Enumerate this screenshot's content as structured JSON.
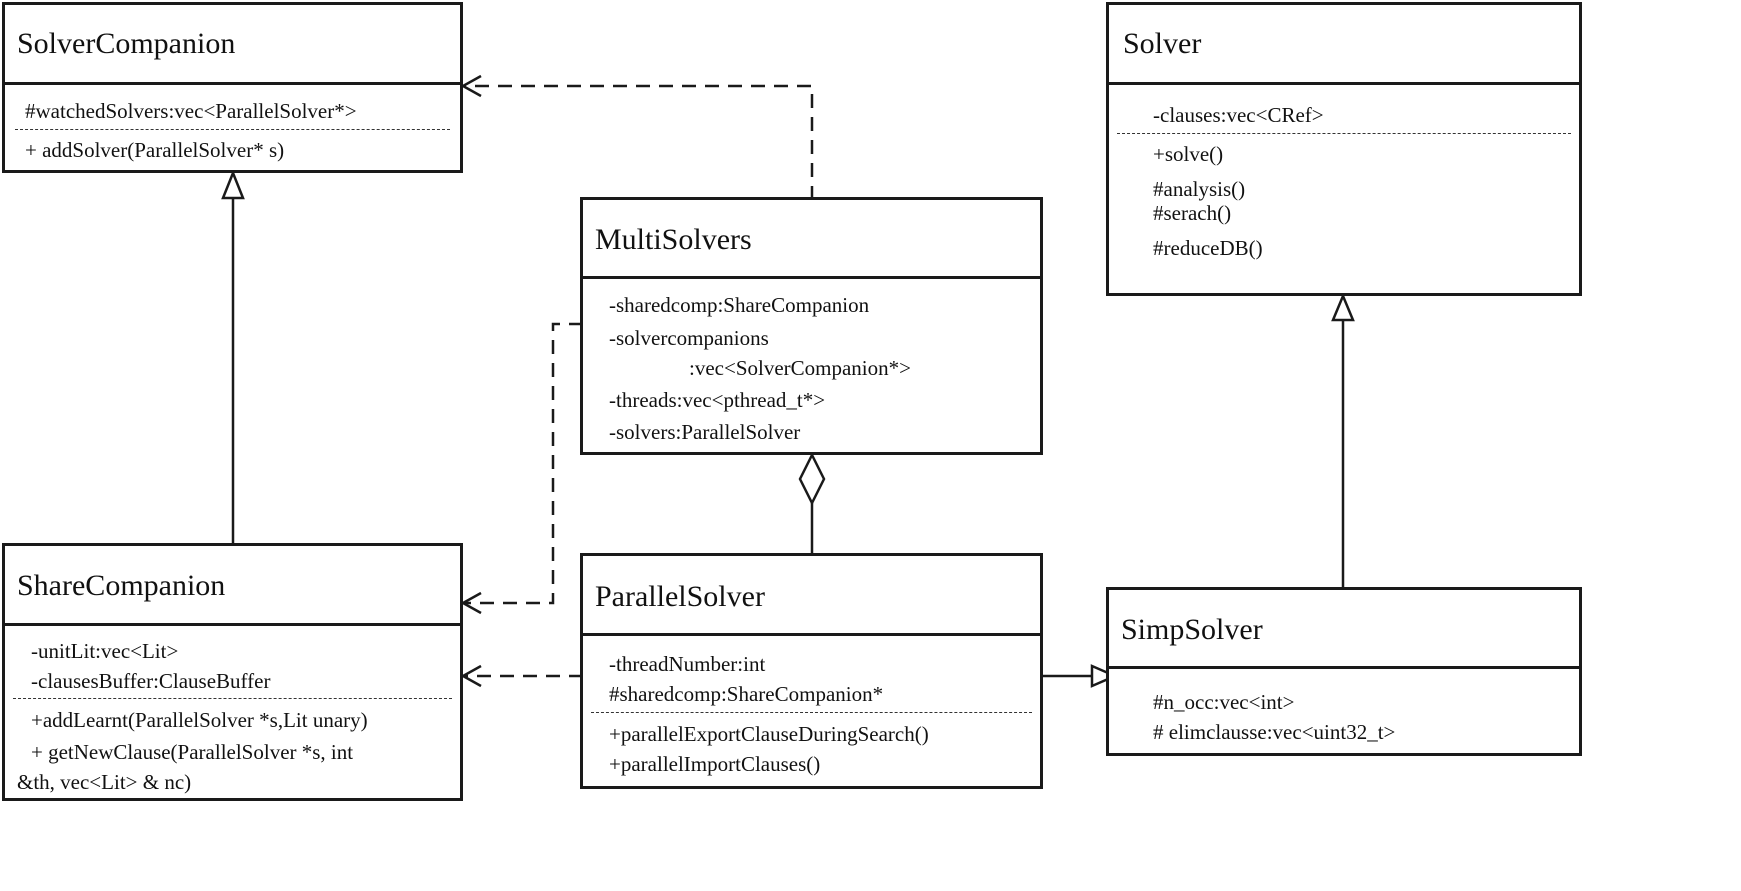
{
  "classes": {
    "solver_companion": {
      "name": "SolverCompanion",
      "attributes": [
        "#watchedSolvers:vec<ParallelSolver*>"
      ],
      "methods": [
        "+ addSolver(ParallelSolver* s)"
      ]
    },
    "solver": {
      "name": "Solver",
      "attributes": [
        "-clauses:vec<CRef>"
      ],
      "methods": [
        "+solve()",
        "#analysis()",
        "#serach()",
        "#reduceDB()"
      ]
    },
    "multi_solvers": {
      "name": "MultiSolvers",
      "attributes": [
        "-sharedcomp:ShareCompanion",
        "-solvercompanions",
        ":vec<SolverCompanion*>",
        "-threads:vec<pthread_t*>",
        "-solvers:ParallelSolver"
      ]
    },
    "share_companion": {
      "name": "ShareCompanion",
      "attributes": [
        "-unitLit:vec<Lit>",
        "-clausesBuffer:ClauseBuffer"
      ],
      "methods": [
        "+addLearnt(ParallelSolver *s,Lit unary)",
        "+ getNewClause(ParallelSolver *s, int",
        "&th, vec<Lit> & nc)"
      ]
    },
    "parallel_solver": {
      "name": "ParallelSolver",
      "attributes": [
        "-threadNumber:int",
        "#sharedcomp:ShareCompanion*"
      ],
      "methods": [
        "+parallelExportClauseDuringSearch()",
        "+parallelImportClauses()"
      ]
    },
    "simp_solver": {
      "name": "SimpSolver",
      "attributes": [
        "#n_occ:vec<int>",
        "# elimclausse:vec<uint32_t>"
      ]
    }
  },
  "relations": [
    {
      "type": "dependency",
      "from": "MultiSolvers",
      "to": "SolverCompanion"
    },
    {
      "type": "dependency",
      "from": "MultiSolvers",
      "to": "ShareCompanion"
    },
    {
      "type": "dependency",
      "from": "ParallelSolver",
      "to": "ShareCompanion"
    },
    {
      "type": "generalization",
      "from": "ShareCompanion",
      "to": "SolverCompanion"
    },
    {
      "type": "generalization",
      "from": "SimpSolver",
      "to": "Solver"
    },
    {
      "type": "generalization",
      "from": "ParallelSolver",
      "to": "SimpSolver"
    },
    {
      "type": "aggregation",
      "from": "ParallelSolver",
      "to": "MultiSolvers"
    }
  ]
}
